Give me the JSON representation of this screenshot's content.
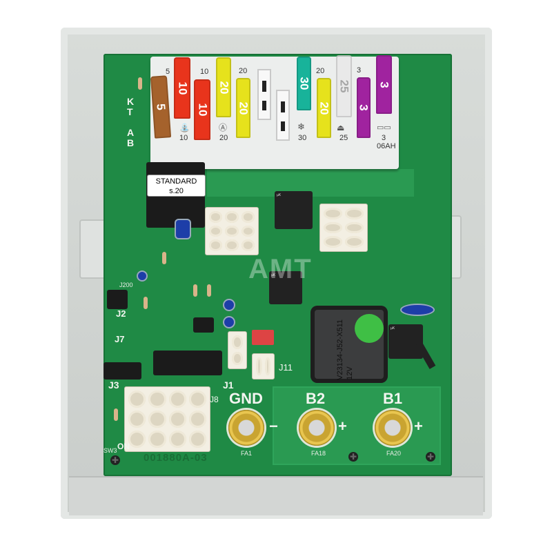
{
  "fuses": [
    {
      "value": "5",
      "color": "#a5622c"
    },
    {
      "value": "10",
      "color": "#e8341c"
    },
    {
      "value": "10",
      "color": "#e8341c"
    },
    {
      "value": "20",
      "color": "#e6e21c"
    },
    {
      "value": "20",
      "color": "#e6e21c"
    },
    {
      "value": "30",
      "color": "#18b39a"
    },
    {
      "value": "20",
      "color": "#e6e21c"
    },
    {
      "value": "25",
      "color": "#e9e9e9"
    },
    {
      "value": "3",
      "color": "#a0239f"
    },
    {
      "value": "3",
      "color": "#a0239f"
    }
  ],
  "fusebox_labels": {
    "top": [
      "5",
      "10",
      "20",
      "20",
      "3"
    ],
    "bottom": [
      "10",
      "20",
      "30",
      "25",
      "3"
    ],
    "code": "06AH"
  },
  "sticker": {
    "line1": "STANDARD",
    "line2": "s.20"
  },
  "relay": {
    "part": "V23134-J52-X511",
    "voltage": "12V",
    "sticker_color": "#3fbf45"
  },
  "small_relay": {
    "brand": "µK"
  },
  "terminals": [
    {
      "label": "GND",
      "pad": "FA1",
      "sign": "−"
    },
    {
      "label": "B2",
      "pad": "FA18",
      "sign": "+"
    },
    {
      "label": "B1",
      "pad": "FA20",
      "sign": "+"
    }
  ],
  "connectors": {
    "j200": "J200",
    "j2": "J2",
    "j7": "J7",
    "j3": "J3",
    "j1": "J1",
    "j11": "J11",
    "j8": "J8"
  },
  "board_code": "001880A-03",
  "side_letters": [
    "K",
    "T",
    "A",
    "B"
  ],
  "switch": {
    "on": "ON",
    "sw": "SW3"
  },
  "watermark": "AMT"
}
